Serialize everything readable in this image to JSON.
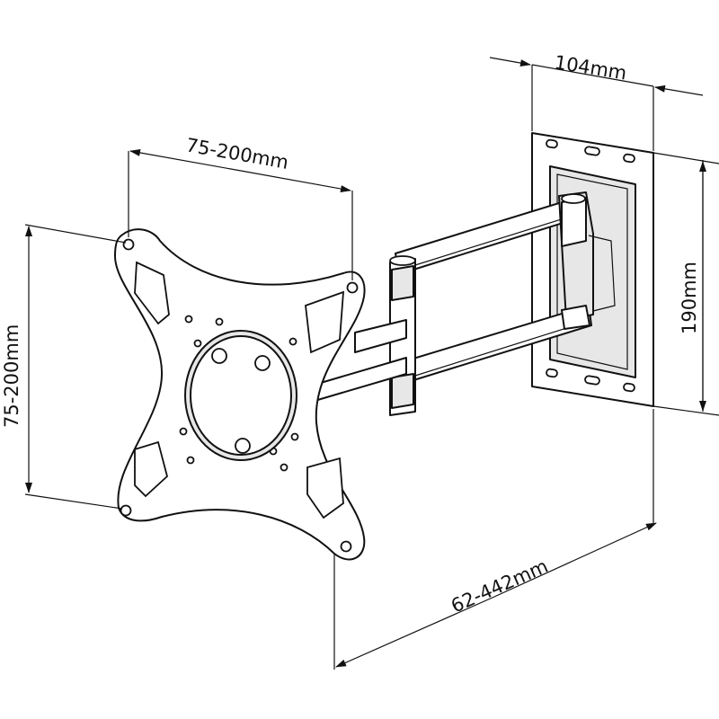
{
  "diagram": {
    "dimensions": {
      "plate_width": "104mm",
      "plate_height": "190mm",
      "vesa_horizontal": "75-200mm",
      "vesa_vertical": "75-200mm",
      "arm_extension": "62-442mm"
    }
  }
}
